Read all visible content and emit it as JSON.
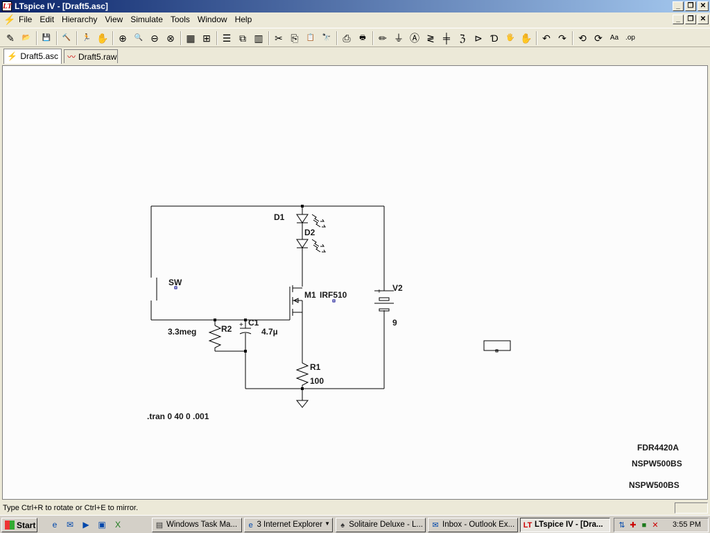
{
  "window": {
    "title": "LTspice IV - [Draft5.asc]",
    "app_icon": "LT",
    "mdi_icon": "circuit-icon"
  },
  "window_buttons": {
    "minimize": "_",
    "restore": "❐",
    "close": "✕"
  },
  "menu": [
    "File",
    "Edit",
    "Hierarchy",
    "View",
    "Simulate",
    "Tools",
    "Window",
    "Help"
  ],
  "toolbar": [
    {
      "icon": "new-schematic-icon",
      "glyph": "✎"
    },
    {
      "icon": "open-icon",
      "glyph": "📂"
    },
    {
      "icon": "save-icon",
      "glyph": "💾"
    },
    {
      "icon": "control-panel-icon",
      "glyph": "🔨"
    },
    {
      "icon": "run-icon",
      "glyph": "🏃"
    },
    {
      "icon": "halt-icon",
      "glyph": "✋"
    },
    {
      "icon": "zoom-in-icon",
      "glyph": "⊕"
    },
    {
      "icon": "pan-icon",
      "glyph": "🔍"
    },
    {
      "icon": "zoom-out-icon",
      "glyph": "⊖"
    },
    {
      "icon": "zoom-fit-icon",
      "glyph": "⊗"
    },
    {
      "icon": "autorange-icon",
      "glyph": "▦"
    },
    {
      "icon": "grid-icon",
      "glyph": "⊞"
    },
    {
      "icon": "tile-horizontal-icon",
      "glyph": "☰"
    },
    {
      "icon": "cascade-icon",
      "glyph": "⧉"
    },
    {
      "icon": "tile-vertical-icon",
      "glyph": "▥"
    },
    {
      "icon": "cut-icon",
      "glyph": "✂"
    },
    {
      "icon": "copy-icon",
      "glyph": "⎘"
    },
    {
      "icon": "paste-icon",
      "glyph": "📋"
    },
    {
      "icon": "find-icon",
      "glyph": "🔭"
    },
    {
      "icon": "print-setup-icon",
      "glyph": "⎙"
    },
    {
      "icon": "print-icon",
      "glyph": "🖶"
    },
    {
      "icon": "wire-icon",
      "glyph": "✏"
    },
    {
      "icon": "ground-icon",
      "glyph": "⏚"
    },
    {
      "icon": "label-net-icon",
      "glyph": "Ⓐ"
    },
    {
      "icon": "resistor-icon",
      "glyph": "≷"
    },
    {
      "icon": "capacitor-icon",
      "glyph": "╪"
    },
    {
      "icon": "inductor-icon",
      "glyph": "ℨ"
    },
    {
      "icon": "diode-icon",
      "glyph": "⊳"
    },
    {
      "icon": "component-icon",
      "glyph": "Ɗ"
    },
    {
      "icon": "move-icon",
      "glyph": "🖐"
    },
    {
      "icon": "drag-icon",
      "glyph": "✋"
    },
    {
      "icon": "undo-icon",
      "glyph": "↶"
    },
    {
      "icon": "redo-icon",
      "glyph": "↷"
    },
    {
      "icon": "rotate-icon",
      "glyph": "⟲"
    },
    {
      "icon": "mirror-icon",
      "glyph": "⟳"
    },
    {
      "icon": "text-icon",
      "glyph": "Aa"
    },
    {
      "icon": "spice-directive-icon",
      "glyph": ".op"
    }
  ],
  "tabs": [
    {
      "label": "Draft5.asc",
      "icon": "schematic-icon"
    },
    {
      "label": "Draft5.raw",
      "icon": "waveform-icon"
    }
  ],
  "schematic": {
    "labels": {
      "d1": "D1",
      "d2": "D2",
      "sw": "SW",
      "m1": "M1",
      "m1_model": "IRF510",
      "v2": "V2",
      "v2_value": "9",
      "r2": "R2",
      "r2_value": "3.3meg",
      "c1": "C1",
      "c1_value": "4.7µ",
      "r1": "R1",
      "r1_value": "100",
      "directive": ".tran 0 40 0 .001",
      "part1": "FDR4420A",
      "part2": "NSPW500BS",
      "part3": "NSPW500BS"
    }
  },
  "status": "Type Ctrl+R to rotate or Ctrl+E to mirror.",
  "taskbar": {
    "start": "Start",
    "quicklaunch": [
      "ie-icon",
      "outlook-icon",
      "media-player-icon",
      "desktop-icon",
      "excel-icon"
    ],
    "tasks": [
      {
        "label": "Windows Task Ma...",
        "icon": "task-manager-icon",
        "active": false
      },
      {
        "label": "3 Internet Explorer",
        "icon": "ie-icon",
        "active": false
      },
      {
        "label": "Solitaire Deluxe - L...",
        "icon": "solitaire-icon",
        "active": false
      },
      {
        "label": "Inbox - Outlook Ex...",
        "icon": "outlook-icon",
        "active": false
      },
      {
        "label": "LTspice IV - [Dra...",
        "icon": "ltspice-icon",
        "active": true
      }
    ],
    "clock": "3:55 PM"
  }
}
